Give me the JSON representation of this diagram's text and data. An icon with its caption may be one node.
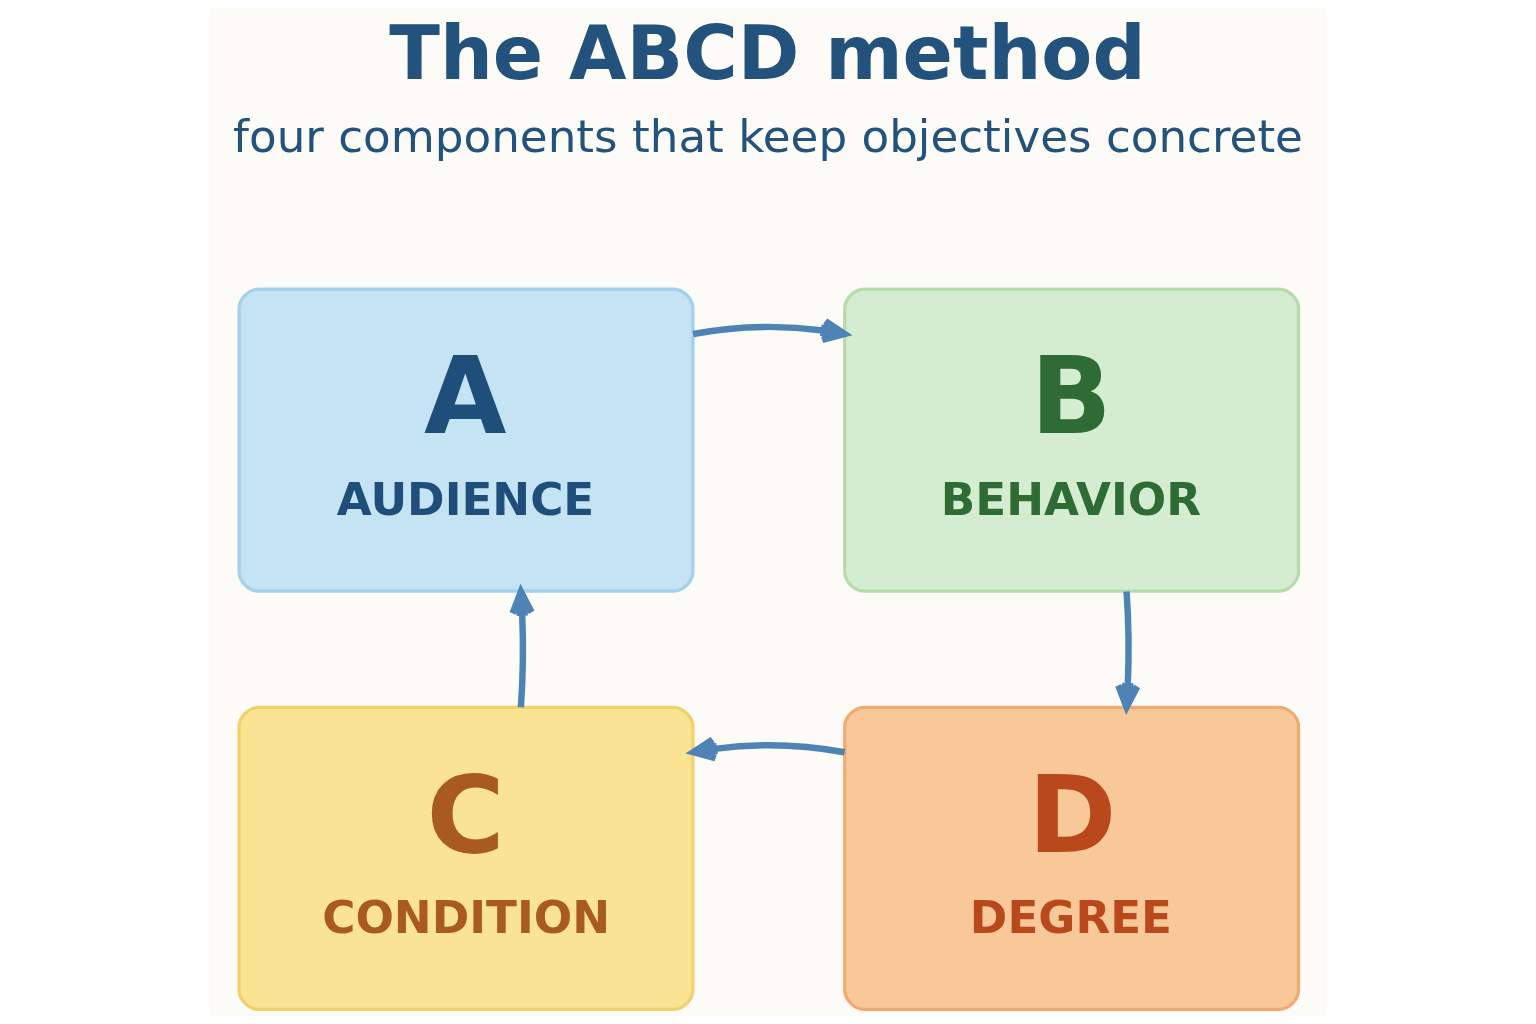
{
  "diagram": {
    "title": "The ABCD method",
    "nodes": [
      {
        "text": [
          "A",
          "AUDIENCE"
        ]
      },
      {
        "text": [
          "B",
          "BEHAVIOR"
        ]
      },
      {
        "text": [
          "C",
          "CONDITION"
        ]
      },
      {
        "text": [
          "D",
          "DEGREE"
        ]
      }
    ],
    "edges": [
      {
        "from": 0,
        "to": 1,
        "arrow": "to"
      },
      {
        "from": 1,
        "to": 3,
        "arrow": "to"
      },
      {
        "from": 3,
        "to": 2,
        "arrow": "to"
      },
      {
        "from": 2,
        "to": 0,
        "arrow": "to"
      }
    ],
    "labels": [
      "four components that keep objectives concrete"
    ]
  }
}
